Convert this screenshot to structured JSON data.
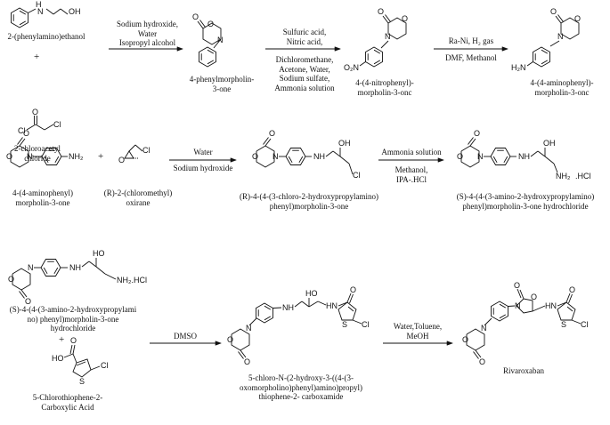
{
  "figure": {
    "row1": {
      "reactant_a": "2-(phenylamino)ethanol",
      "plus": "+",
      "reactant_b": "2-chloroacetyl\nchloride",
      "step1_conditions": "Sodium hydroxide,\nWater\nIsopropyl alcohol",
      "product1": "4-phenylmorpholin-\n3-one",
      "step2_conditions_top": "Sulfuric acid,\nNitric acid,",
      "step2_conditions_bottom": "Dichloromethane,\nAcetone, Water,\nSodium sulfate,\nAmmonia solution",
      "product2": "4-(4-nitrophenyl)-\nmorpholin-3-onc",
      "step3_conditions_top": "Ra-Ni, H₂ gas",
      "step3_conditions_bottom": "DMF, Methanol",
      "product3": "4-(4-aminophenyl)-\nmorpholin-3-onc"
    },
    "row2": {
      "reactant_a": "4-(4-aminophenyl)\nmorpholin-3-one",
      "plus": "+",
      "reactant_b": "(R)-2-(chloromethyl)\noxirane",
      "step_conditions_top": "Water",
      "step_conditions_bottom": "Sodium hydroxide",
      "intermediate": "(R)-4-(4-(3-chloro-2-hydroxypropylamino)\nphenyl)morpholin-3-one",
      "step2_conditions_top": "Ammonia solution",
      "step2_conditions_bottom": "Methanol,\nIPA-.HCl",
      "product": "(S)-4-(4-(3-amino-2-hydroxypropylamino)\nphenyl)morpholin-3-one hydrochloride"
    },
    "row3": {
      "reactant_a": "(S)-4-(4-(3-amino-2-hydroxypropylami\nno) phenyl)morpholin-3-one\nhydrochloride",
      "plus": "+",
      "reactant_b": "5-Chlorothiophene-2-\nCarboxylic Acid",
      "step_conditions": "DMSO",
      "intermediate": "5-chloro-N-(2-hydroxy-3-((4-(3-\noxomorpholino)phenyl)amino)propyl)\nthiophene-2- carboxamide",
      "step2_conditions": "Water,Toluene,\nMeOH",
      "product": "Rivaroxaban"
    },
    "atoms": {
      "n": "N",
      "h": "H",
      "o": "O",
      "oh": "OH",
      "ho": "HO",
      "cl": "Cl",
      "s": "S",
      "o2n": "O₂N",
      "h2n": "H₂N",
      "nh2": "NH₂",
      "nh2hcl": "NH₂.HCl",
      "hcl": ".HCl",
      "nh": "NH",
      "hn": "HN"
    }
  }
}
